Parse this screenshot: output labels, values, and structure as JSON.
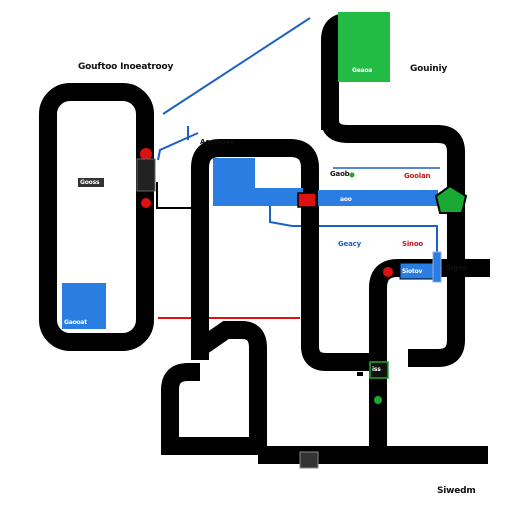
{
  "labels": {
    "top_left": "Gouftoo Inoeatrooy",
    "top_right": "Gouiniy",
    "bottom_right": "Siwedm",
    "center_top": "Aosmovo",
    "center_right_1": "Gaob",
    "center_right_2": "Goolan",
    "center_mid_blue": "Geacy",
    "center_mid_red": "Sinoo",
    "right_panel": "Sigeo",
    "left_inner": "Gooss",
    "left_box": "Gaooat",
    "blue_tag": "Siotov",
    "green_box": "Geaoa",
    "small_1": "aoo",
    "small_2": "iss"
  },
  "colors": {
    "track": "#000000",
    "blue_box": "#2a7de1",
    "green_box": "#22bb44",
    "red_dot": "#dd1111",
    "green_dot": "#1aaa33",
    "blue_line": "#1c62c4",
    "red_line": "#dd1111"
  }
}
